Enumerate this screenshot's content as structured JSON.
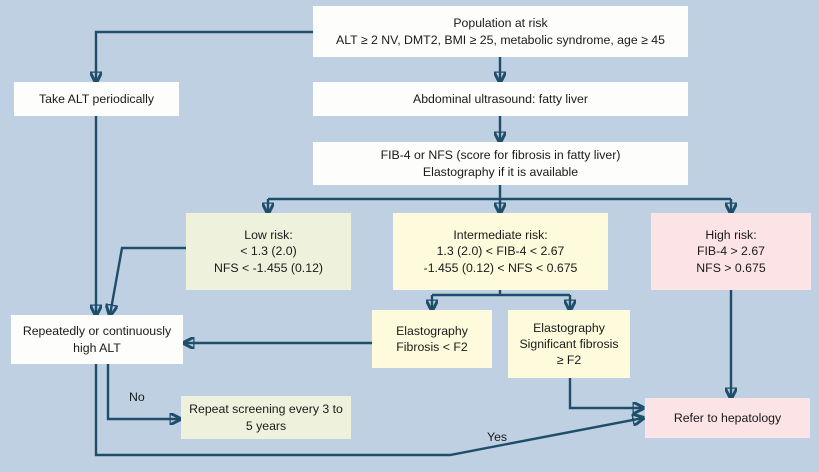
{
  "diagram": {
    "title": "NAFLD fibrosis risk stratification flowchart",
    "background_color": "#bed0e2",
    "line_color": "#1f4e6b",
    "nodes": [
      {
        "id": "population-at-risk",
        "label": "Population at risk\nALT ≥ 2 NV, DMT2, BMI ≥ 25, metabolic syndrome, age ≥ 45",
        "fill": "#fdfdfb"
      },
      {
        "id": "take-alt-periodically",
        "label": "Take ALT periodically",
        "fill": "#fdfdfb"
      },
      {
        "id": "abdominal-ultrasound",
        "label": "Abdominal ultrasound: fatty liver",
        "fill": "#fdfdfb"
      },
      {
        "id": "fib4-or-nfs",
        "label": "FIB-4 or NFS (score for fibrosis in fatty liver)\nElastography if it is available",
        "fill": "#fdfdfb"
      },
      {
        "id": "low-risk",
        "label": "Low risk:\n< 1.3 (2.0)\nNFS < -1.455 (0.12)",
        "fill": "#eef2dd"
      },
      {
        "id": "intermediate-risk",
        "label": "Intermediate risk:\n1.3 (2.0) < FIB-4 < 2.67\n-1.455 (0.12) < NFS < 0.675",
        "fill": "#fdfbdc"
      },
      {
        "id": "high-risk",
        "label": "High risk:\nFIB-4 > 2.67\nNFS > 0.675",
        "fill": "#fbe3e6"
      },
      {
        "id": "elastography-fibrosis-low",
        "label": "Elastography\nFibrosis < F2",
        "fill": "#fdfbdc"
      },
      {
        "id": "elastography-significant-fibrosis",
        "label": "Elastography\nSignificant fibrosis\n≥ F2",
        "fill": "#fdfbdc"
      },
      {
        "id": "repeatedly-high-alt",
        "label": "Repeatedly or continuously\nhigh ALT",
        "fill": "#fdfdfb"
      },
      {
        "id": "repeat-screening",
        "label": "Repeat screening every 3 to\n5 years",
        "fill": "#eef2dd"
      },
      {
        "id": "refer-to-hepatology",
        "label": "Refer to hepatology",
        "fill": "#fbe3e6"
      }
    ],
    "edge_labels": {
      "no": "No",
      "yes": "Yes"
    }
  }
}
